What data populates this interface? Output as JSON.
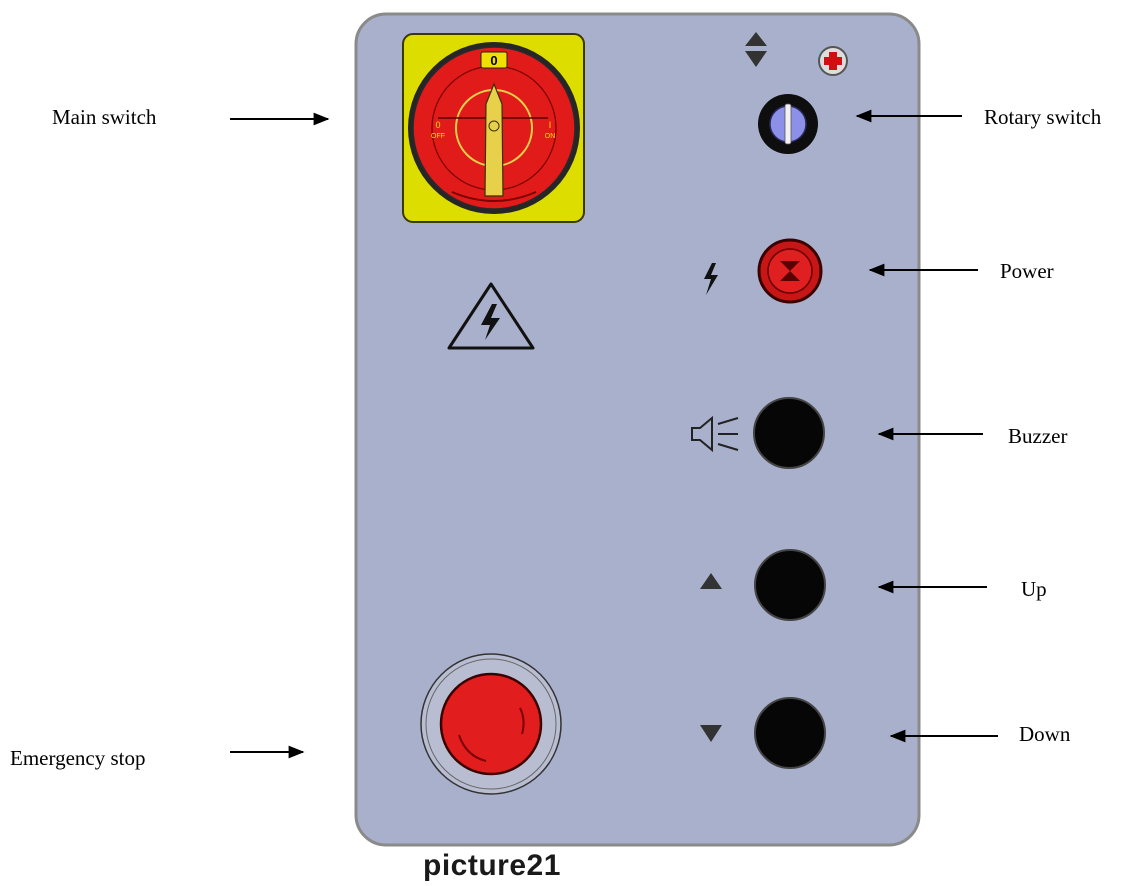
{
  "labels": {
    "main_switch": "Main switch",
    "rotary_switch": "Rotary switch",
    "power": "Power",
    "buzzer": "Buzzer",
    "up": "Up",
    "down": "Down",
    "emergency_stop": "Emergency stop"
  },
  "main_switch": {
    "top_mark": "0",
    "left_mark": "0",
    "left_sub": "OFF",
    "right_mark": "I",
    "right_sub": "ON"
  },
  "caption": "picture21",
  "colors": {
    "panel": "#a9b0cb",
    "switch_plate": "#dddd00",
    "switch_knob": "#e11a1a",
    "power_button": "#c81616",
    "estop": "#e21d1d",
    "rotary_knob": "#8c90e8",
    "button_black": "#060606"
  },
  "icons": [
    "warning-lightning-icon",
    "up-down-arrows-icon",
    "cross-icon",
    "lightning-icon",
    "horn-icon",
    "triangle-up-icon",
    "triangle-down-icon"
  ]
}
